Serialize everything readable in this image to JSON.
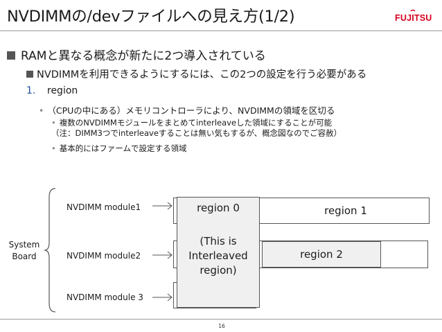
{
  "slide": {
    "title": "NVDIMMの/devファイルへの見え方(1/2)",
    "logo_text": "FUJITSU",
    "page_number": "16"
  },
  "bullets": {
    "level1": "RAMと異なる概念が新たに2つ導入されている",
    "level2": "NVDIMMを利用できるようにするには、この2つの設定を行う必要がある",
    "item_number": "1.",
    "item_text": "region",
    "sub1": "（CPUの中にある）メモリコントローラにより、NVDIMMの領域を区切る",
    "sub2_line1": "複数のNVDIMMモジュールをまとめてinterleaveした領域にすることが可能",
    "sub2_line2": "（注：DIMM3つでinterleaveすることは無い気もするが、概念図なのでご容赦）",
    "sub3": "基本的にはファームで設定する領域"
  },
  "diagram": {
    "system_board": "System Board",
    "modules": [
      "NVDIMM module1",
      "NVDIMM module2",
      "NVDIMM module 3"
    ],
    "region0": "region 0",
    "interleaved": "(This is Interleaved region)",
    "region1": "region 1",
    "region2": "region 2"
  },
  "colors": {
    "accent_red": "#d6001c",
    "bullet_gray": "#555555",
    "number_blue": "#1f4e9a"
  },
  "icons": {
    "bullet": "square-bullet",
    "arrow": "right-arrow-icon",
    "brace": "left-brace"
  }
}
